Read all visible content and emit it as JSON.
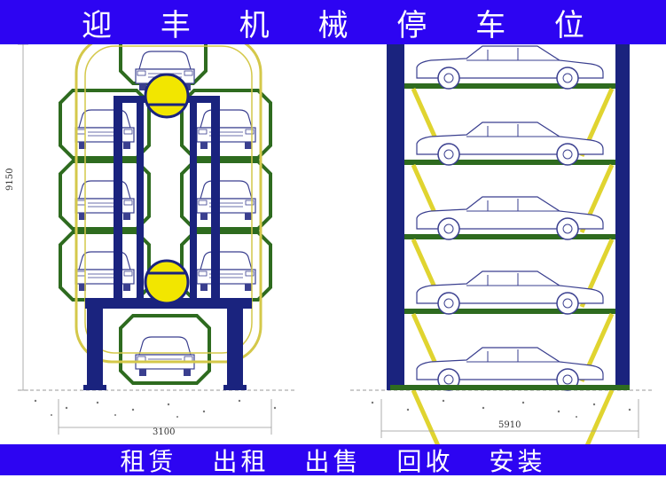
{
  "header": {
    "title": "迎 丰 机 械 停 车 位"
  },
  "footer": {
    "items": [
      "租赁",
      "出租",
      "出售",
      "回收",
      "安装"
    ]
  },
  "drawing": {
    "height_label": "9150",
    "left_width_label": "3100",
    "right_width_label": "5910",
    "colors": {
      "banner": "#2d04f2",
      "frame_navy": "#1a237e",
      "pallet_green": "#2e6b1f",
      "chain_yellow": "#f2e600",
      "car_line": "#3a3f8f"
    }
  }
}
